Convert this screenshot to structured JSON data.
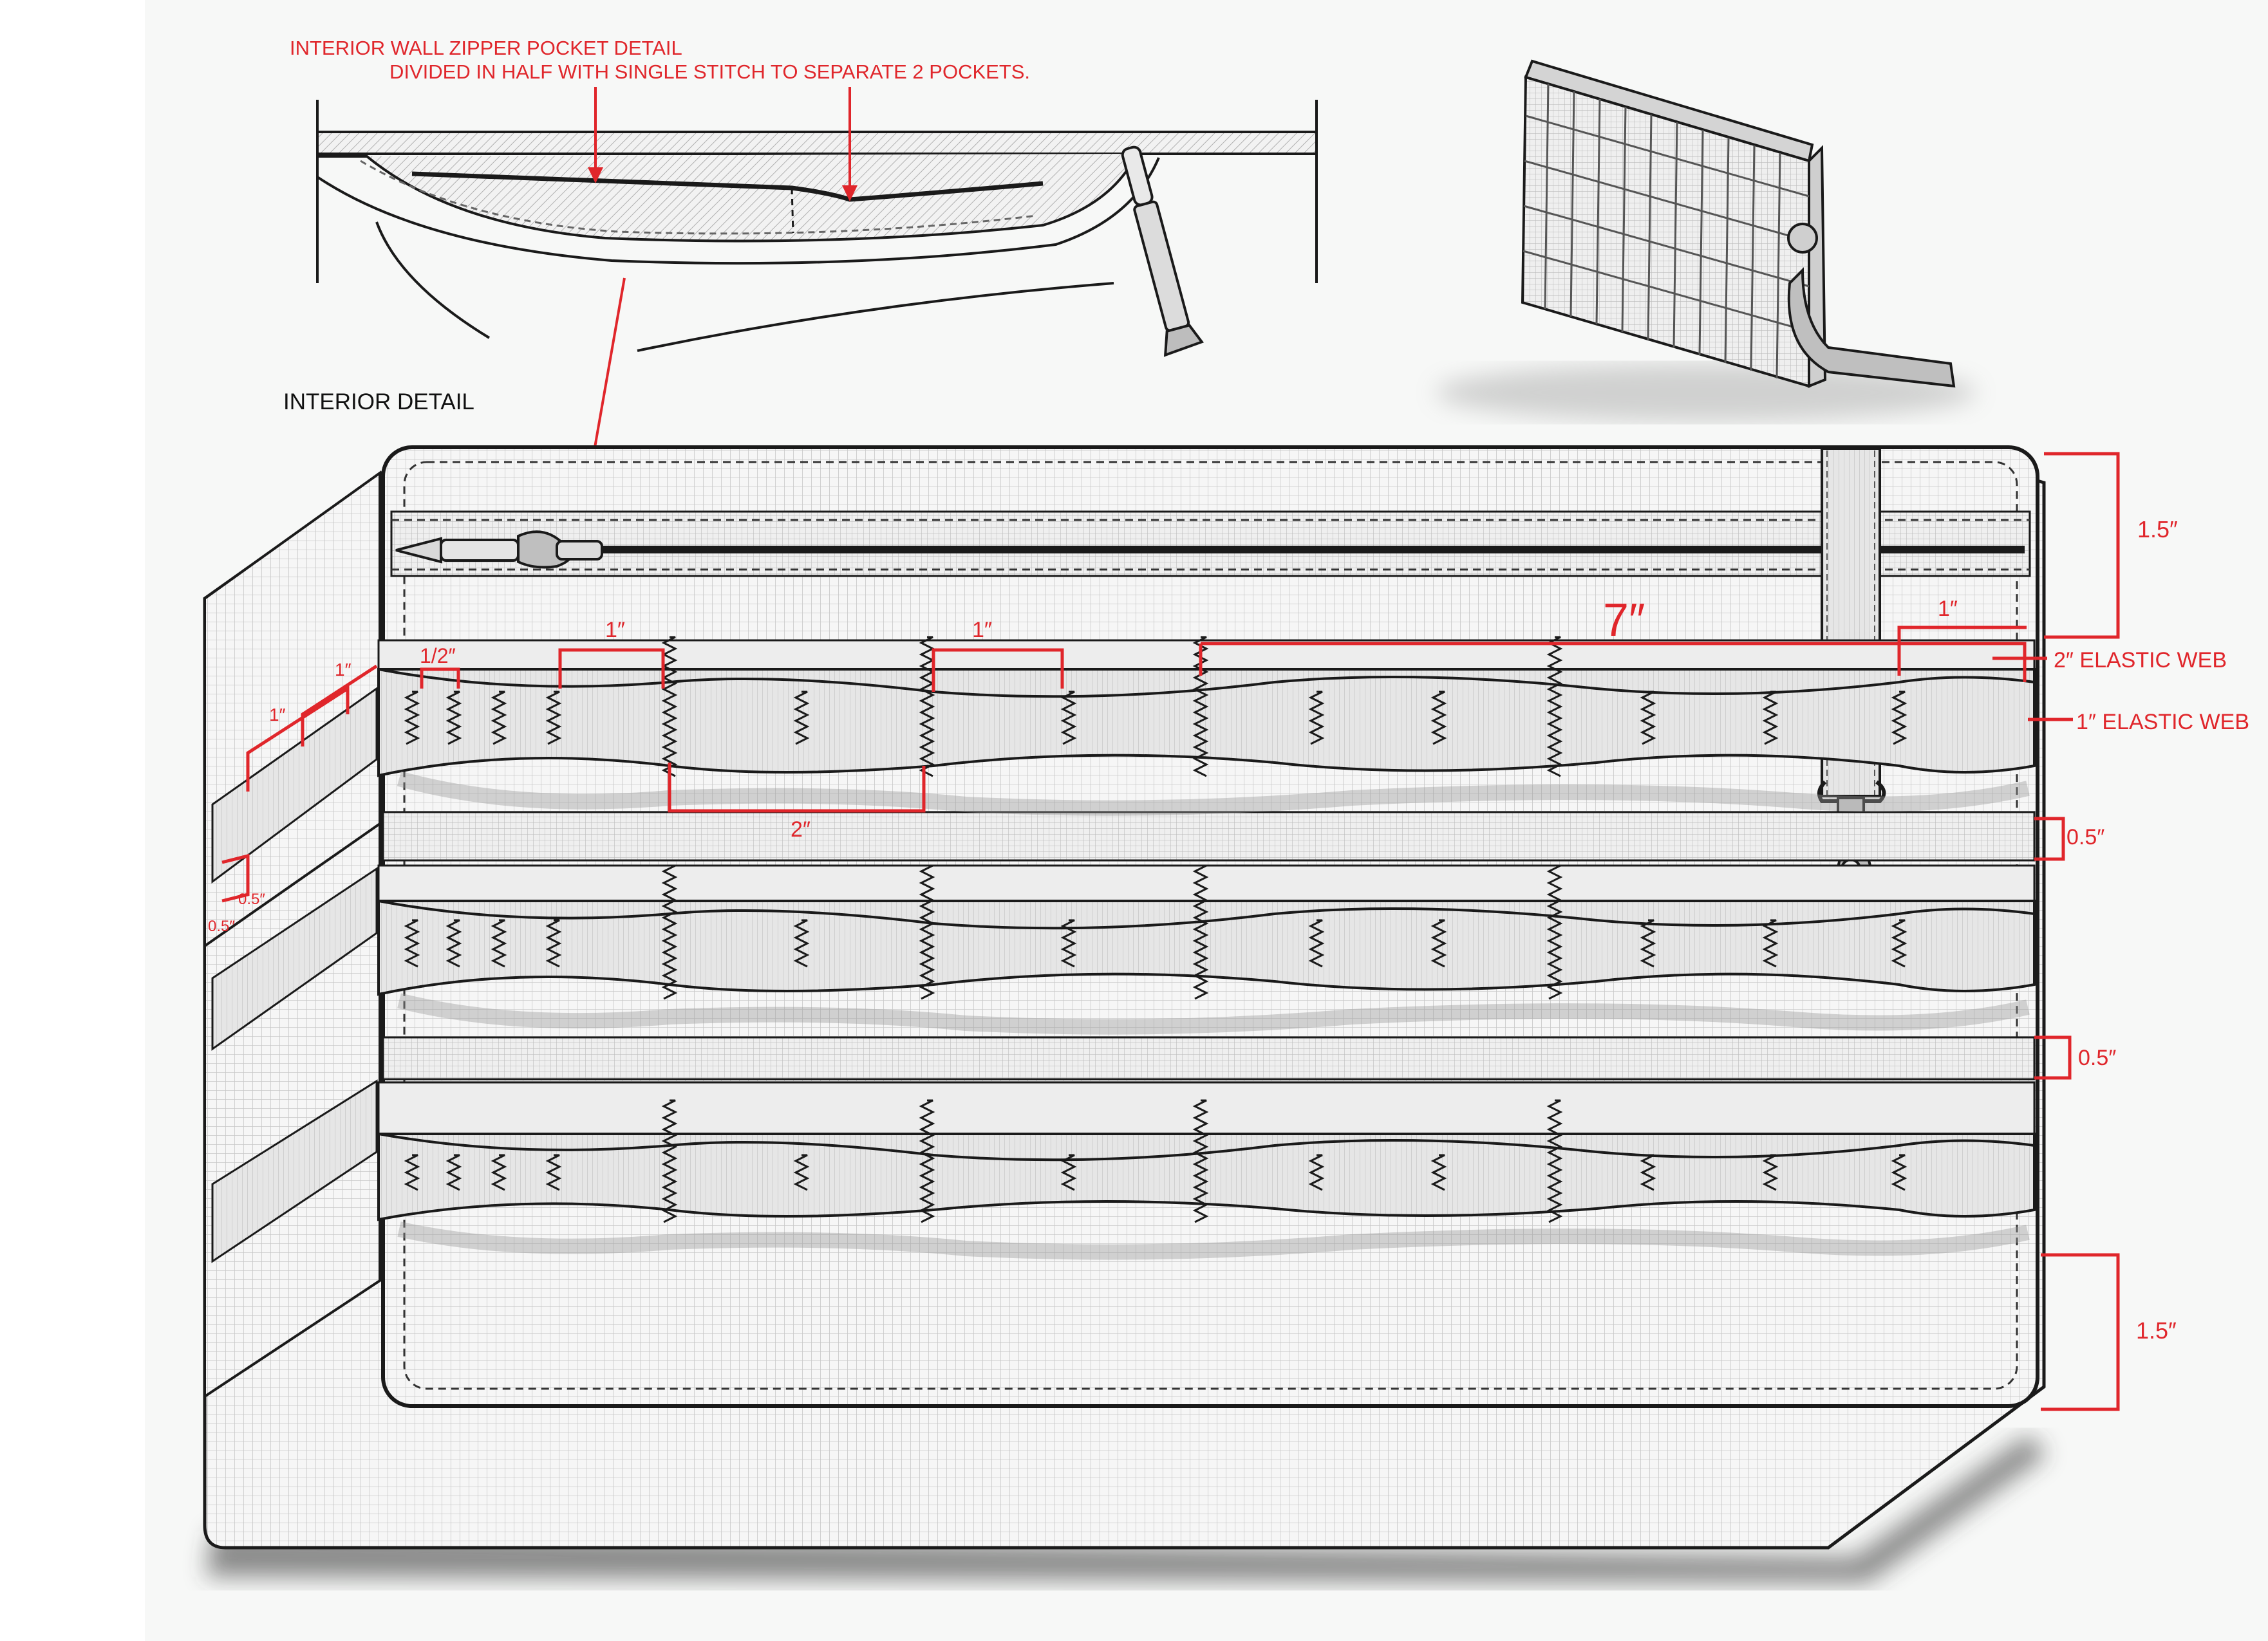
{
  "colors": {
    "annotation_red": "#e0262b",
    "outline": "#1a1a1a",
    "fabric_fill": "#f4f4f4",
    "grid_line": "#c9c9c9",
    "elastic_fill": "#e3e3e3",
    "page_bg": "#f7f8f7"
  },
  "zipper_detail": {
    "title": "INTERIOR  WALL ZIPPER POCKET DETAIL",
    "subtitle": "DIVIDED IN HALF WITH SINGLE STITCH TO SEPARATE 2 POCKETS."
  },
  "interior_detail": {
    "heading": "INTERIOR DETAIL"
  },
  "dimensions": {
    "top_margin": "1.5″",
    "pocket_width": "7″",
    "right_top_loop": "1″",
    "loop_a": "1″",
    "loop_b": "1″",
    "half_inch": "1/2″",
    "two_inch": "2″",
    "gap_1": "0.5″",
    "gap_2": "0.5″",
    "bottom_margin": "1.5″",
    "side_one_a": "1″",
    "side_one_b": "1″",
    "side_half_a": "0.5″",
    "side_half_b": "0.5″"
  },
  "callouts": {
    "elastic_2in": "2″ ELASTIC WEB",
    "elastic_1in": "1″ ELASTIC WEB"
  },
  "icons": {
    "zipper_pull": "zipper-pull-icon",
    "snap_hook": "snap-hook-icon",
    "bag_render": "toiletry-bag-icon"
  }
}
